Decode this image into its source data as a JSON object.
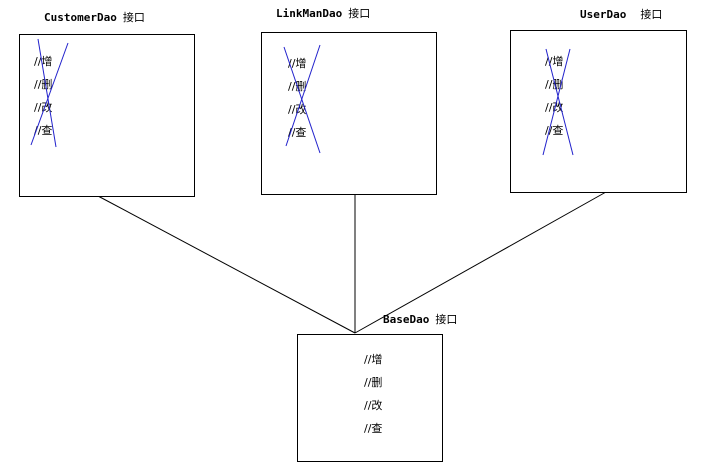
{
  "interfaces": [
    {
      "name": "CustomerDao",
      "kind": "接口",
      "ops": [
        "//增",
        "//删",
        "//改",
        "//查"
      ]
    },
    {
      "name": "LinkManDao",
      "kind": "接口",
      "ops": [
        "//增",
        "//删",
        "//改",
        "//查"
      ]
    },
    {
      "name": "UserDao",
      "kind": "接口",
      "ops": [
        "//增",
        "//删",
        "//改",
        "//查"
      ]
    }
  ],
  "base": {
    "name": "BaseDao",
    "kind": "接口",
    "ops": [
      "//增",
      "//删",
      "//改",
      "//查"
    ]
  },
  "colors": {
    "line": "#000000",
    "cross": "#2222cc"
  }
}
